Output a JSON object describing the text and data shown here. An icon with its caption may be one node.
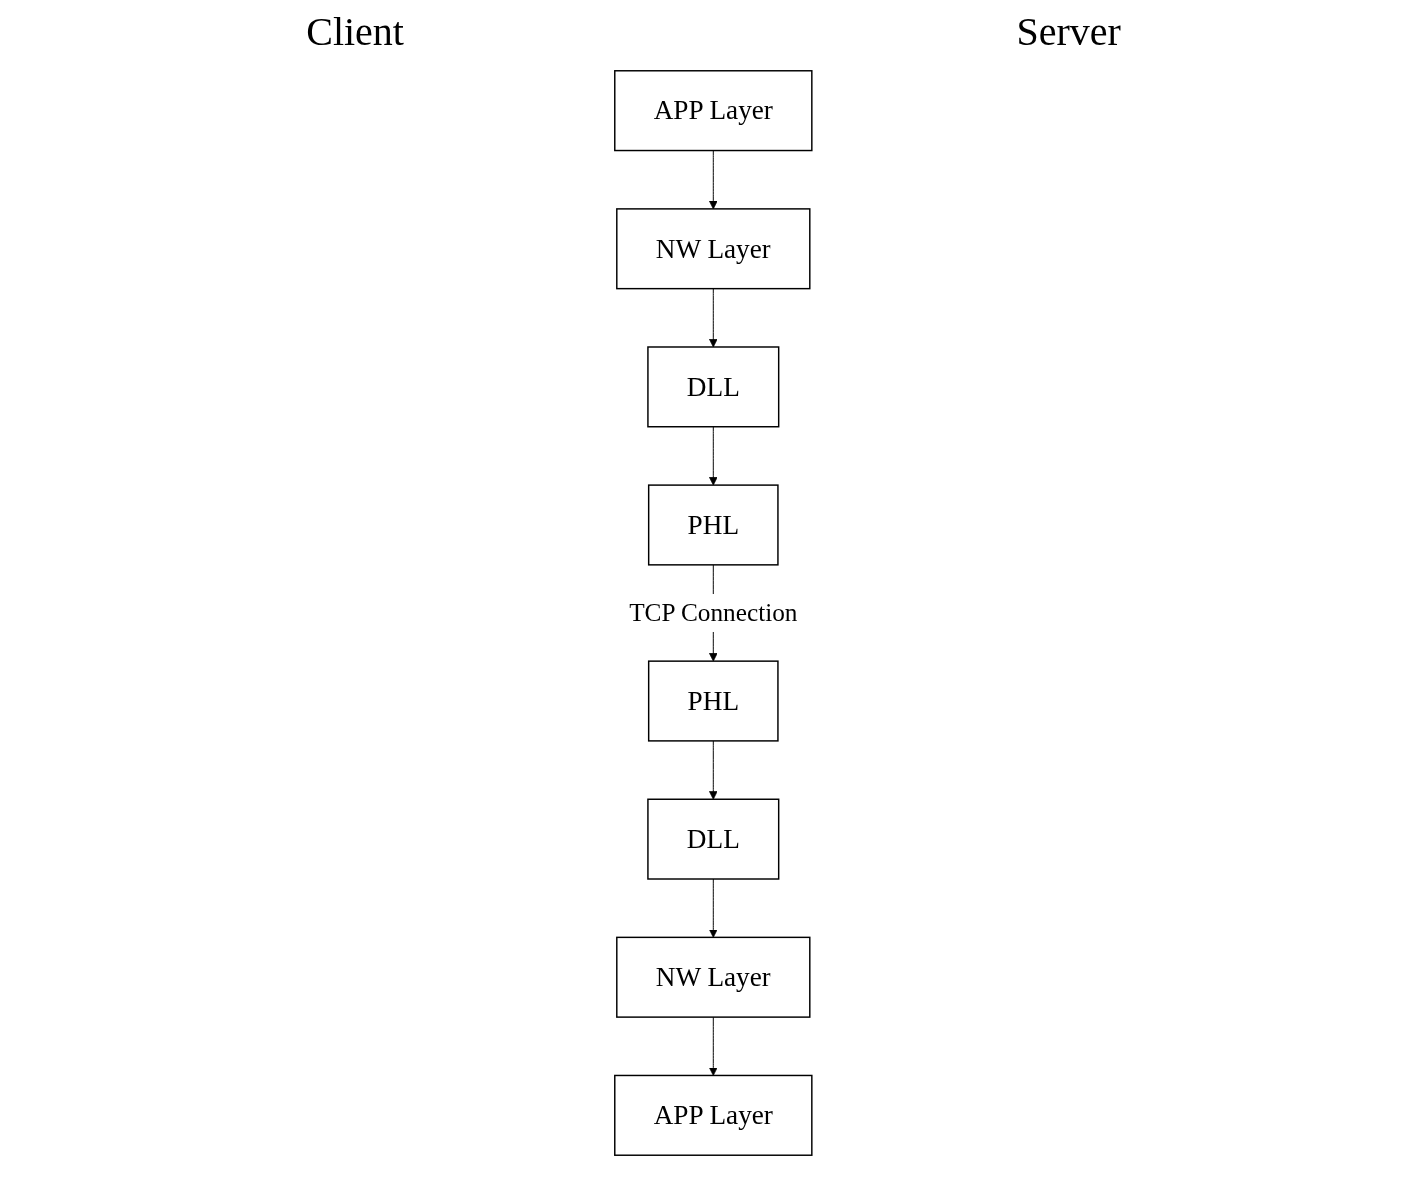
{
  "diagram": {
    "nodes": [
      {
        "text": [
          "APP Layer"
        ]
      },
      {
        "text": [
          "NW Layer"
        ]
      },
      {
        "text": [
          "DLL"
        ]
      },
      {
        "text": [
          "PHL"
        ]
      },
      {
        "text": [
          "APP Layer"
        ]
      },
      {
        "text": [
          "NW Layer"
        ]
      },
      {
        "text": [
          "DLL"
        ]
      },
      {
        "text": [
          "PHL"
        ]
      }
    ],
    "edges": [
      {
        "from": 0,
        "to": 1,
        "arrow": "to"
      },
      {
        "from": 1,
        "to": 2,
        "arrow": "to"
      },
      {
        "from": 2,
        "to": 3,
        "arrow": "to"
      },
      {
        "from": 3,
        "to": 7,
        "arrow": "to",
        "label": "TCP Connection"
      },
      {
        "from": 7,
        "to": 6,
        "arrow": "to"
      },
      {
        "from": 6,
        "to": 5,
        "arrow": "to"
      },
      {
        "from": 5,
        "to": 4,
        "arrow": "to"
      }
    ],
    "labels": [
      "Client",
      "Server"
    ]
  }
}
